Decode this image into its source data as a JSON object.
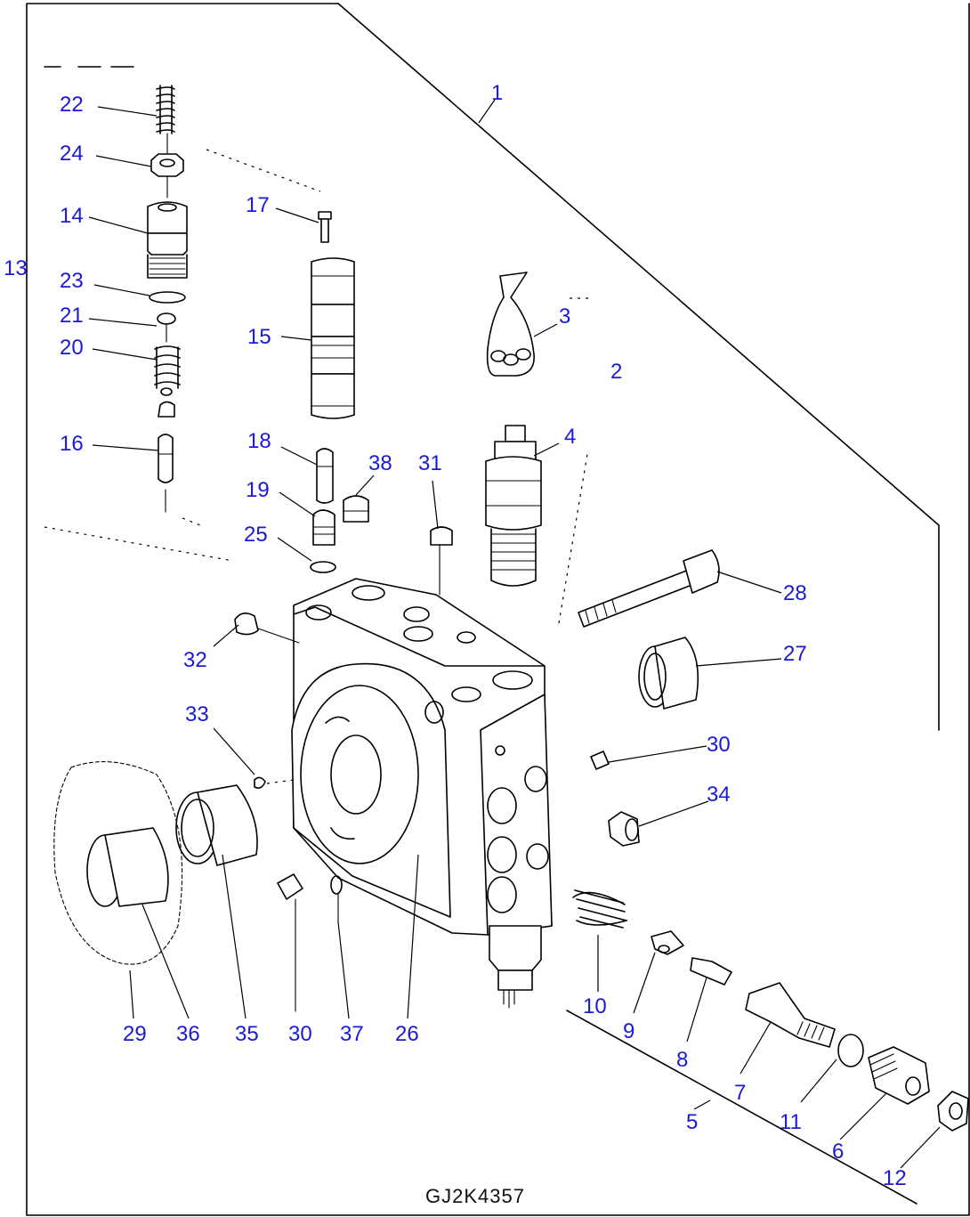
{
  "drawing": {
    "code": "GJ2K4357",
    "callout_color": "#1a1ad6",
    "callouts": [
      "22",
      "24",
      "14",
      "13",
      "23",
      "21",
      "20",
      "16",
      "17",
      "15",
      "18",
      "19",
      "25",
      "38",
      "31",
      "3",
      "2",
      "1",
      "4",
      "28",
      "27",
      "32",
      "33",
      "30",
      "34",
      "29",
      "36",
      "35",
      "30",
      "37",
      "26",
      "10",
      "9",
      "8",
      "7",
      "11",
      "5",
      "6",
      "12"
    ]
  }
}
